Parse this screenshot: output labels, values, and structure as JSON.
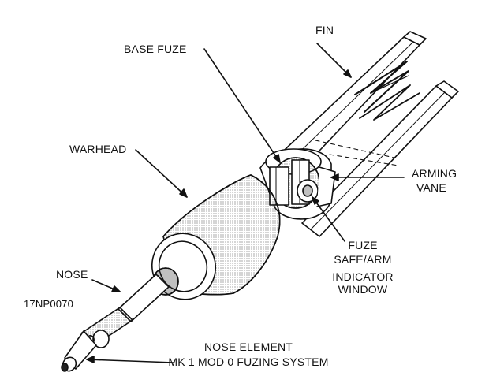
{
  "labels": {
    "fin": "FIN",
    "base_fuze": "BASE FUZE",
    "warhead": "WARHEAD",
    "arming_vane_1": "ARMING",
    "arming_vane_2": "VANE",
    "fuze_window_1": "FUZE",
    "fuze_window_2": "SAFE/ARM",
    "fuze_window_3": "INDICATOR",
    "fuze_window_4": "WINDOW",
    "nose": "NOSE",
    "figure_id": "17NP0070",
    "caption_1": "NOSE ELEMENT",
    "caption_2": "MK 1 MOD 0 FUZING SYSTEM"
  },
  "colors": {
    "ink": "#111111",
    "paper": "#ffffff",
    "shade": "#444444"
  }
}
